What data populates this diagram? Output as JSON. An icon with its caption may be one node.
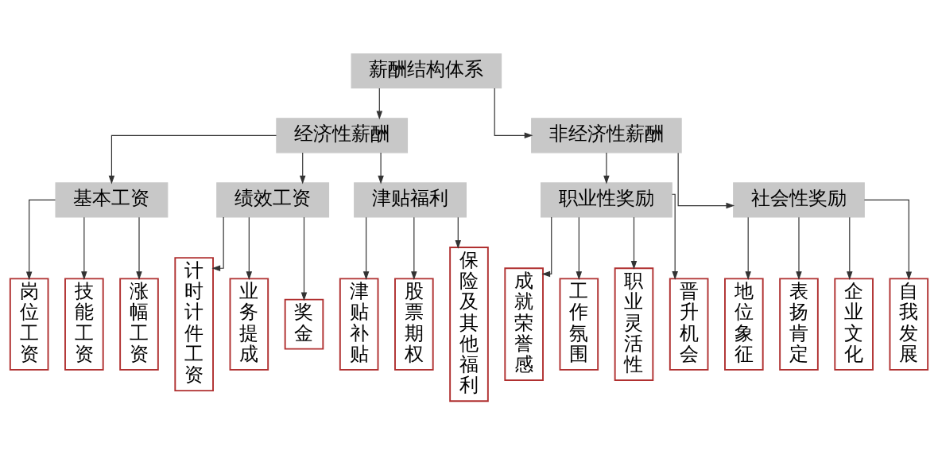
{
  "diagram": {
    "nodes": [
      {
        "text": [
          "薪酬结构体系"
        ]
      },
      {
        "text": [
          "经济性薪酬"
        ]
      },
      {
        "text": [
          "非经济性薪酬"
        ]
      },
      {
        "text": [
          "基本工资"
        ]
      },
      {
        "text": [
          "绩效工资"
        ]
      },
      {
        "text": [
          "津贴福利"
        ]
      },
      {
        "text": [
          "职业性奖励"
        ]
      },
      {
        "text": [
          "社会性奖励"
        ]
      },
      {
        "text": [
          "岗位工资"
        ]
      },
      {
        "text": [
          "技能工资"
        ]
      },
      {
        "text": [
          "涨幅工资"
        ]
      },
      {
        "text": [
          "计时计件工资"
        ]
      },
      {
        "text": [
          "业务提成"
        ]
      },
      {
        "text": [
          "奖金"
        ]
      },
      {
        "text": [
          "津贴补贴"
        ]
      },
      {
        "text": [
          "股票期权"
        ]
      },
      {
        "text": [
          "保险及其他福利"
        ]
      },
      {
        "text": [
          "成就荣誉感"
        ]
      },
      {
        "text": [
          "工作氛围"
        ]
      },
      {
        "text": [
          "职业灵活性"
        ]
      },
      {
        "text": [
          "晋升机会"
        ]
      },
      {
        "text": [
          "地位象征"
        ]
      },
      {
        "text": [
          "表扬肯定"
        ]
      },
      {
        "text": [
          "企业文化"
        ]
      },
      {
        "text": [
          "自我发展"
        ]
      }
    ],
    "edges": [
      {
        "from": 0,
        "to": 1,
        "arrow": "to"
      },
      {
        "from": 0,
        "to": 2,
        "arrow": "to"
      },
      {
        "from": 1,
        "to": 3,
        "arrow": "to"
      },
      {
        "from": 1,
        "to": 4,
        "arrow": "to"
      },
      {
        "from": 1,
        "to": 5,
        "arrow": "to"
      },
      {
        "from": 2,
        "to": 6,
        "arrow": "to"
      },
      {
        "from": 2,
        "to": 7,
        "arrow": "to"
      },
      {
        "from": 3,
        "to": 8,
        "arrow": "to"
      },
      {
        "from": 3,
        "to": 9,
        "arrow": "to"
      },
      {
        "from": 3,
        "to": 10,
        "arrow": "to"
      },
      {
        "from": 4,
        "to": 11,
        "arrow": "to"
      },
      {
        "from": 4,
        "to": 12,
        "arrow": "to"
      },
      {
        "from": 4,
        "to": 13,
        "arrow": "to"
      },
      {
        "from": 5,
        "to": 14,
        "arrow": "to"
      },
      {
        "from": 5,
        "to": 15,
        "arrow": "to"
      },
      {
        "from": 5,
        "to": 16,
        "arrow": "to"
      },
      {
        "from": 6,
        "to": 17,
        "arrow": "to"
      },
      {
        "from": 6,
        "to": 18,
        "arrow": "to"
      },
      {
        "from": 6,
        "to": 19,
        "arrow": "to"
      },
      {
        "from": 6,
        "to": 20,
        "arrow": "to"
      },
      {
        "from": 7,
        "to": 21,
        "arrow": "to"
      },
      {
        "from": 7,
        "to": 22,
        "arrow": "to"
      },
      {
        "from": 7,
        "to": 23,
        "arrow": "to"
      },
      {
        "from": 7,
        "to": 24,
        "arrow": "to"
      }
    ]
  }
}
